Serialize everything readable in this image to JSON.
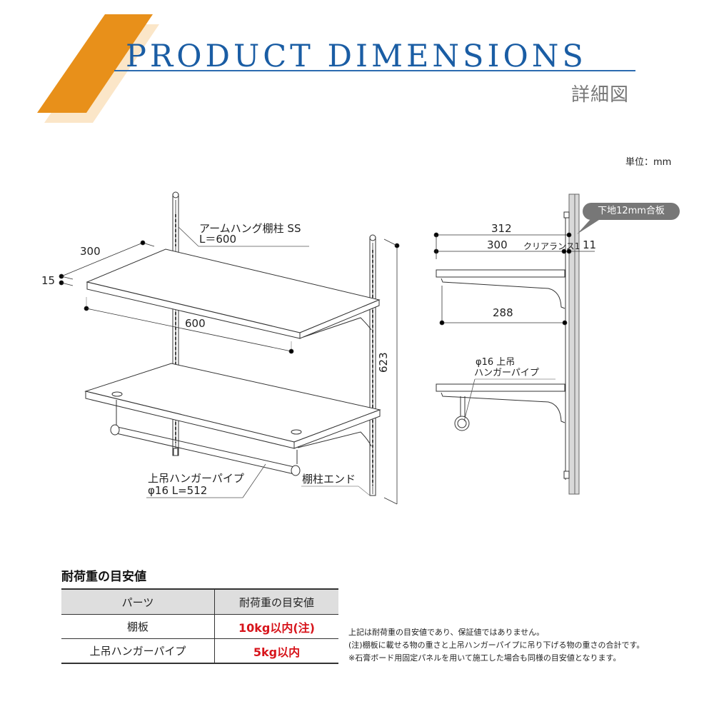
{
  "header": {
    "title_en": "PRODUCT DIMENSIONS",
    "title_jp": "詳細図",
    "accent_color": "#e8901a",
    "accent_light_color": "#fbe6c8",
    "title_color": "#1a5da4"
  },
  "unit_label": "単位：mm",
  "perspective_view": {
    "shelf_depth": "300",
    "shelf_thickness": "15",
    "shelf_width": "600",
    "total_height": "623",
    "post_label_line1": "アームハング棚柱 SS",
    "post_label_line2": "L＝600",
    "pipe_label_line1": "上吊ハンガーパイプ",
    "pipe_label_line2": "φ16 L=512",
    "end_label": "棚柱エンド"
  },
  "side_view": {
    "overall_depth": "312",
    "shelf_depth": "300",
    "clearance_label": "クリアランス1",
    "wall_offset": "11",
    "bracket_depth": "288",
    "pipe_label_line1": "φ16 上吊",
    "pipe_label_line2": "ハンガーパイプ",
    "substrate_callout": "下地12mm合板"
  },
  "load_section": {
    "title": "耐荷重の目安値",
    "headers": [
      "パーツ",
      "耐荷重の目安値"
    ],
    "rows": [
      {
        "part": "棚板",
        "value": "10kg以内(注)"
      },
      {
        "part": "上吊ハンガーパイプ",
        "value": "5kg以内"
      }
    ],
    "value_color": "#d7141b"
  },
  "notes": [
    "上記は耐荷重の目安値であり、保証値ではありません。",
    "(注)棚板に載せる物の重さと上吊ハンガーパイプに吊り下げる物の重さの合計です。",
    "※石膏ボード用固定パネルを用いて施工した場合も同様の目安値となります。"
  ]
}
